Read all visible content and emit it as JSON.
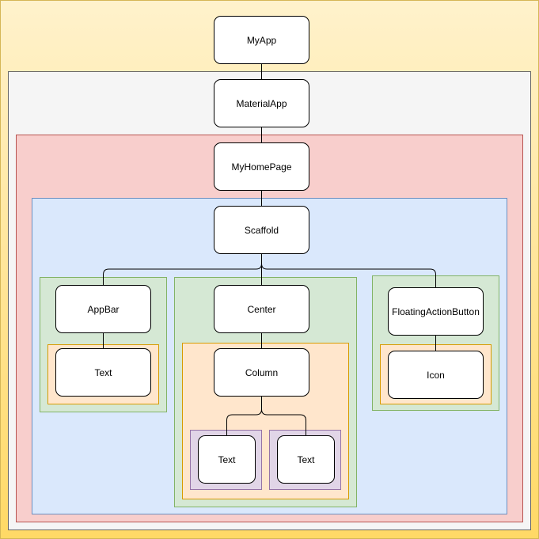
{
  "colors": {
    "myapp_region": "#fff2cc",
    "materialapp_region": "#f5f5f5",
    "myhomepage_region": "#f8cecc",
    "scaffold_region": "#dae8fc",
    "green_region": "#d5e8d4",
    "orange_region": "#ffe6cc",
    "purple_region": "#e1d5e7"
  },
  "nodes": {
    "myapp": "MyApp",
    "materialapp": "MaterialApp",
    "myhomepage": "MyHomePage",
    "scaffold": "Scaffold",
    "appbar": "AppBar",
    "appbar_text": "Text",
    "center": "Center",
    "column": "Column",
    "column_text_1": "Text",
    "column_text_2": "Text",
    "fab": "FloatingActionButton",
    "icon": "Icon"
  }
}
